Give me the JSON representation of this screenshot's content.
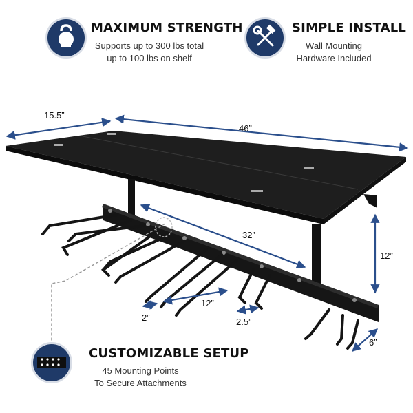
{
  "features": {
    "strength": {
      "title": "MAXIMUM STRENGTH",
      "line1": "Supports up to 300 lbs total",
      "line2": "up to 100 lbs on shelf",
      "icon": "kettlebell-icon"
    },
    "install": {
      "title": "SIMPLE INSTALL",
      "line1": "Wall Mounting",
      "line2": "Hardware Included",
      "icon": "hammer-wrench-icon"
    },
    "setup": {
      "title": "CUSTOMIZABLE SETUP",
      "line1": "45 Mounting Points",
      "line2": "To Secure Attachments",
      "icon": "mounting-plate-icon"
    }
  },
  "dimensions": {
    "depth": "15.5”",
    "width": "46”",
    "rail": "32”",
    "height": "12”",
    "hook_gap": "12”",
    "hook_width_small": "2”",
    "hook_width_medium": "2.5”",
    "hook_length": "6”"
  },
  "colors": {
    "navy": "#1f3a68",
    "accent_blue": "#2b4f8c",
    "product": "#1a1a1a",
    "guide": "#999999"
  }
}
